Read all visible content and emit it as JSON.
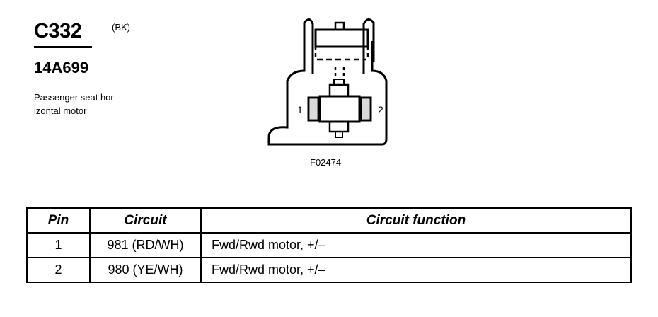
{
  "header": {
    "connector_id": "C332",
    "color_code": "(BK)",
    "part_number": "14A699",
    "description": "Passenger seat hor-\nizontal motor"
  },
  "diagram": {
    "pin_label_left": "1",
    "pin_label_right": "2",
    "figure_ref": "F02474"
  },
  "table": {
    "headers": {
      "pin": "Pin",
      "circuit": "Circuit",
      "function": "Circuit function"
    },
    "rows": [
      {
        "pin": "1",
        "circuit": "981 (RD/WH)",
        "function": "Fwd/Rwd motor, +/–"
      },
      {
        "pin": "2",
        "circuit": "980 (YE/WH)",
        "function": "Fwd/Rwd motor, +/–"
      }
    ]
  }
}
